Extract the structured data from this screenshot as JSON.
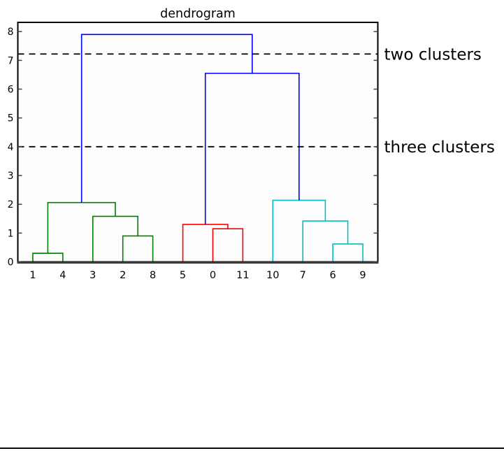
{
  "chart_data": {
    "type": "dendrogram",
    "title": "dendrogram",
    "leaves": [
      "1",
      "4",
      "3",
      "2",
      "8",
      "5",
      "0",
      "11",
      "10",
      "7",
      "6",
      "9"
    ],
    "leaf_x": [
      5,
      15,
      25,
      35,
      45,
      55,
      65,
      75,
      85,
      95,
      105,
      115
    ],
    "xlim": [
      0,
      120
    ],
    "ylim": [
      0,
      8.32
    ],
    "y_ticks": [
      0,
      1,
      2,
      3,
      4,
      5,
      6,
      7,
      8
    ],
    "grid": false,
    "legend": "none",
    "colors": {
      "green": "#008000",
      "red": "#ff0000",
      "cyan": "#00bfbf",
      "blue": "#0000ff",
      "cutline": "#000000",
      "frame": "#000000",
      "baseline": "#3a3a3a"
    },
    "links": [
      {
        "cluster": "green",
        "members": [
          "1",
          "4"
        ],
        "x": [
          5,
          15
        ],
        "base": [
          0,
          0
        ],
        "height": 0.3
      },
      {
        "cluster": "green",
        "members": [
          "2",
          "8"
        ],
        "x": [
          35,
          45
        ],
        "base": [
          0,
          0
        ],
        "height": 0.9
      },
      {
        "cluster": "green",
        "members": [
          "3",
          "2+8"
        ],
        "x": [
          25,
          40
        ],
        "base": [
          0,
          0.9
        ],
        "height": 1.58
      },
      {
        "cluster": "green",
        "members": [
          "1+4",
          "3+2+8"
        ],
        "x": [
          10,
          32.5
        ],
        "base": [
          0.3,
          1.58
        ],
        "height": 2.06
      },
      {
        "cluster": "red",
        "members": [
          "0",
          "11"
        ],
        "x": [
          65,
          75
        ],
        "base": [
          0,
          0
        ],
        "height": 1.15
      },
      {
        "cluster": "red",
        "members": [
          "5",
          "0+11"
        ],
        "x": [
          55,
          70
        ],
        "base": [
          0,
          1.15
        ],
        "height": 1.3
      },
      {
        "cluster": "cyan",
        "members": [
          "6",
          "9"
        ],
        "x": [
          105,
          115
        ],
        "base": [
          0,
          0
        ],
        "height": 0.62
      },
      {
        "cluster": "cyan",
        "members": [
          "7",
          "6+9"
        ],
        "x": [
          95,
          110
        ],
        "base": [
          0,
          0.62
        ],
        "height": 1.42
      },
      {
        "cluster": "cyan",
        "members": [
          "10",
          "7+6+9"
        ],
        "x": [
          85,
          102.5
        ],
        "base": [
          0,
          1.42
        ],
        "height": 2.14
      },
      {
        "cluster": "blue",
        "members": [
          "red-cluster",
          "cyan-cluster"
        ],
        "x": [
          62.5,
          93.75
        ],
        "base": [
          1.3,
          2.14
        ],
        "height": 6.55
      },
      {
        "cluster": "blue",
        "members": [
          "green-cluster",
          "red+cyan"
        ],
        "x": [
          21.25,
          78.125
        ],
        "base": [
          2.06,
          6.55
        ],
        "height": 7.9
      }
    ],
    "cut_lines": [
      {
        "y": 7.22,
        "label": "two clusters"
      },
      {
        "y": 4.0,
        "label": "three clusters"
      }
    ]
  }
}
